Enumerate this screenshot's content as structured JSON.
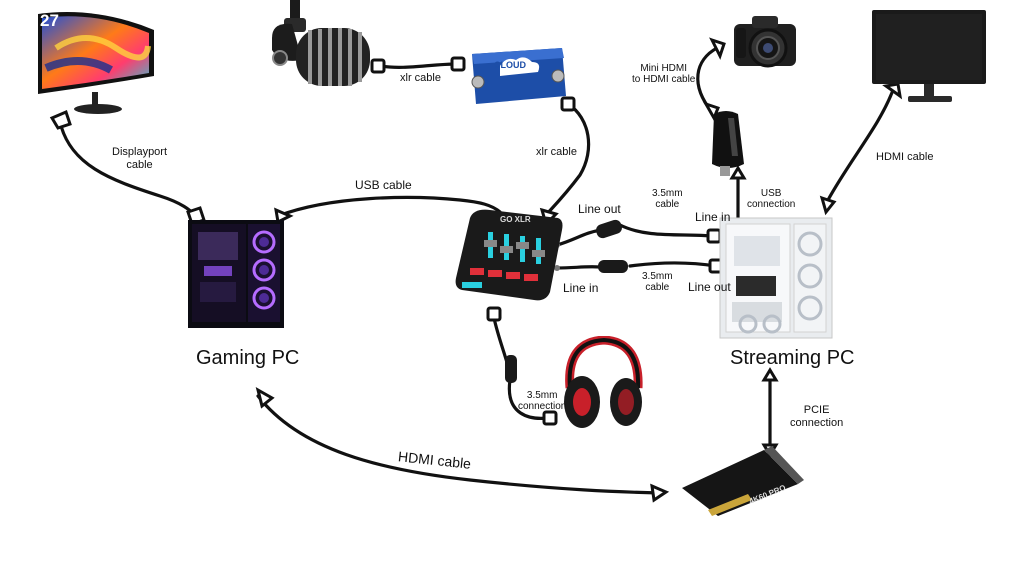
{
  "devices": {
    "monitor_left_badge": "27",
    "cloudlifter_brand": "CLOUD",
    "mixer_brand": "GO XLR",
    "capture_card_brand": "4K60 PRO"
  },
  "labels": {
    "displayport_cable": [
      "Displayport",
      "cable"
    ],
    "usb_cable_top": "USB cable",
    "xlr_cable_1": "xlr cable",
    "xlr_cable_2": "xlr cable",
    "mini_hdmi": [
      "Mini HDMI",
      "to HDMI cable"
    ],
    "hdmi_cable_right": "HDMI cable",
    "usb_connection": [
      "USB",
      "connection"
    ],
    "line_out_1": "Line out",
    "line_in_1": "Line in",
    "line_in_2": "Line in",
    "line_out_2": "Line out",
    "mm_cable_1": [
      "3.5mm",
      "cable"
    ],
    "mm_cable_2": [
      "3.5mm",
      "cable"
    ],
    "mm_connection": [
      "3.5mm",
      "connection"
    ],
    "pcie_connection": [
      "PCIE",
      "connection"
    ],
    "hdmi_cable_bottom": "HDMI cable",
    "gaming_pc": "Gaming PC",
    "streaming_pc": "Streaming PC"
  }
}
